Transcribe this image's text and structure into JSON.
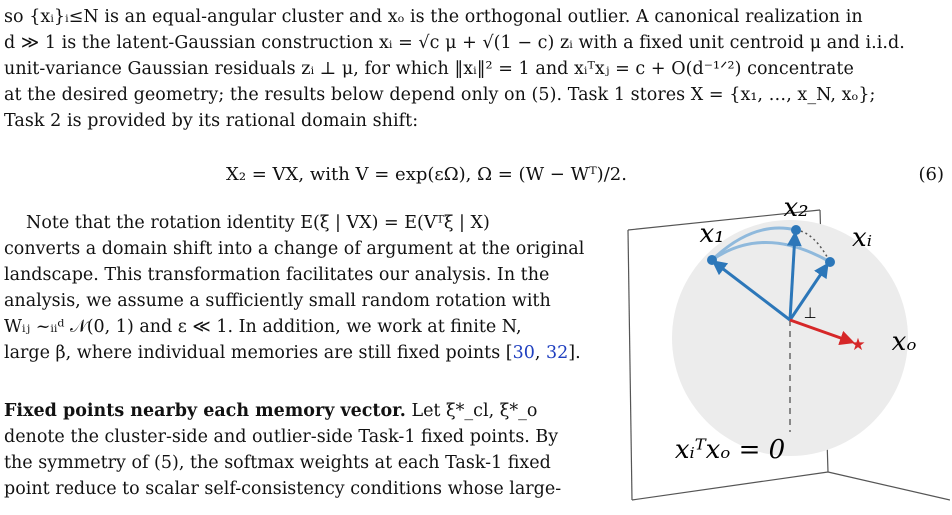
{
  "body_lines": {
    "l1": "so {xᵢ}ᵢ≤N is an equal-angular cluster and xₒ is the orthogonal outlier. A canonical realization in",
    "l2": "d ≫ 1 is the latent-Gaussian construction xᵢ = √c μ + √(1 − c) zᵢ with a fixed unit centroid μ and i.i.d.",
    "l3": "unit-variance Gaussian residuals zᵢ ⊥ μ, for which ‖xᵢ‖² = 1 and xᵢᵀxⱼ = c + O(d⁻¹ᐟ²) concentrate",
    "l4": "at the desired geometry; the results below depend only on (5). Task 1 stores X = {x₁, …, x_N, xₒ};",
    "l5": "Task 2 is provided by its rational domain shift:"
  },
  "equation": {
    "text": "X₂ = VX,   with V = exp(εΩ),   Ω = (W − Wᵀ)/2.",
    "number": "(6)"
  },
  "left_column": {
    "p1": "Note that the rotation identity E(ξ | VX) = E(Vᵀξ | X)",
    "p2": "converts a domain shift into a change of argument at the original",
    "p3": "landscape. This transformation facilitates our analysis. In the",
    "p4": "analysis, we assume a sufficiently small random rotation with",
    "p5": "Wᵢⱼ ~ᵢᵢᵈ 𝒩(0, 1) and ε ≪ 1. In addition, we work at finite N,",
    "p6_pre": "large β, where individual memories are still fixed points [",
    "cite1": "30",
    "p6_sep": ", ",
    "cite2": "32",
    "p6_post": "].",
    "heading": "Fixed points nearby each memory vector.",
    "h_rest": " Let ξ*_cl, ξ*_o",
    "p7": "denote the cluster-side and outlier-side Task-1 fixed points. By",
    "p8": "the symmetry of (5), the softmax weights at each Task-1 fixed",
    "p9": "point reduce to scalar self-consistency conditions whose large-"
  },
  "figure": {
    "labels": {
      "x1": "x₁",
      "x2": "x₂",
      "xi": "xᵢ",
      "xo": "xₒ",
      "perp": "⊥",
      "caption_eq": "xᵢᵀxₒ = 0"
    },
    "colors": {
      "blue": "#2c77b9",
      "light_blue": "#8fb9dc",
      "red": "#d62728",
      "sphere": "#ececec",
      "frame": "#555555"
    }
  }
}
